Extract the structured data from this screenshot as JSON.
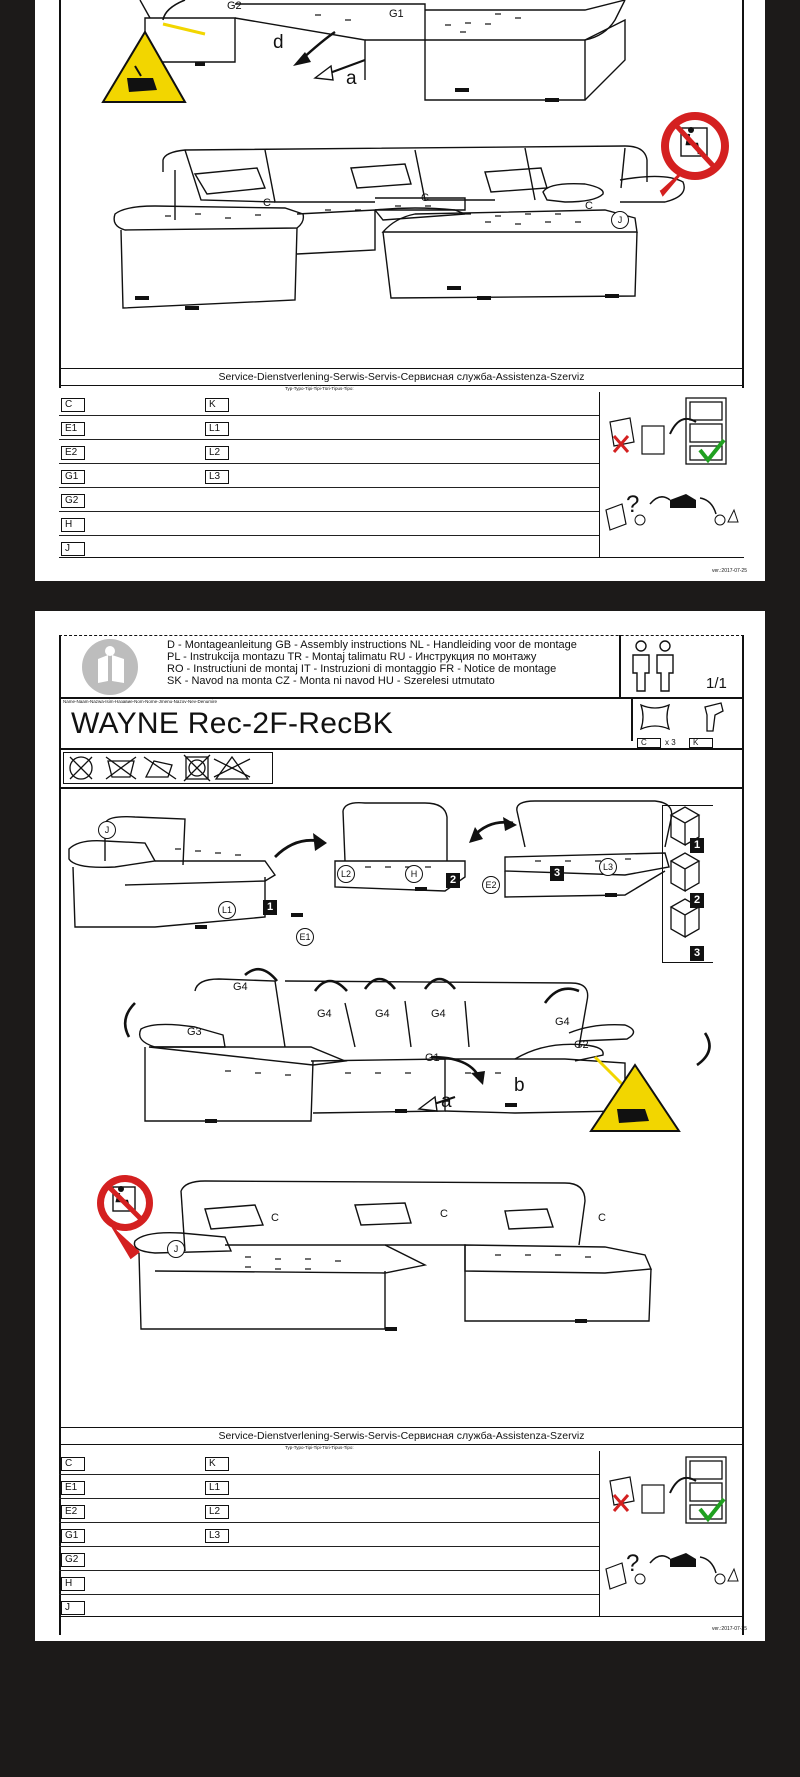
{
  "service_heading": "Service-Dienstverlening-Serwis-Servis-Сервисная служба-Assistenza-Szerviz",
  "type_line": "Typ-Typo-Tipi-Tipi-Türi-Tipus-Tipo:",
  "version": "ver.:2017-07-25",
  "parts_left": [
    "C",
    "E1",
    "E2",
    "G1",
    "G2",
    "H",
    "J"
  ],
  "parts_right": [
    "K",
    "L1",
    "L2",
    "L3"
  ],
  "header": {
    "lines": [
      "D - Montageanleitung GB - Assembly instructions NL - Handleiding voor de montage",
      "PL - Instrukcija montazu TR - Montaj talimatu RU - Инструкция по монтажу",
      "RO - Instructiuni de montaj IT - Instruzioni di montaggio FR - Notice de montage",
      "SK - Navod na monta CZ - Monta ni navod HU - Szerelesi utmutato"
    ],
    "name_line": "Name-Naam-Nazwa-Isim-Назавие-Nom-Nome-Jmenu-Nazov-Nev-Denumire",
    "product_name": "WAYNE Rec-2F-RecBK",
    "page_number": "1/1",
    "fitting_qty": "x 3",
    "fitting_c": "C",
    "fitting_k": "K"
  },
  "diagram_labels": {
    "g1": "G1",
    "g2": "G2",
    "g3": "G3",
    "g4": "G4",
    "a": "a",
    "b": "b",
    "d": "d",
    "c": "C",
    "j": "J",
    "l1": "L1",
    "l2": "L2",
    "l3": "L3",
    "h": "H",
    "e1": "E1",
    "e2": "E2",
    "step1": "1",
    "step2": "2",
    "step3": "3"
  },
  "icons": [
    "hand-crush-warning-icon",
    "no-sitting-icon",
    "book-manual-icon",
    "two-people-icon",
    "washing-care-icon",
    "box-icon",
    "telephone-icon",
    "filing-cabinet-icon",
    "cushion-icon",
    "bracket-icon"
  ],
  "colors": {
    "warning_yellow": "#f2d600",
    "prohibit_red": "#d42020",
    "check_green": "#20a020",
    "background": "#1c1a19"
  }
}
